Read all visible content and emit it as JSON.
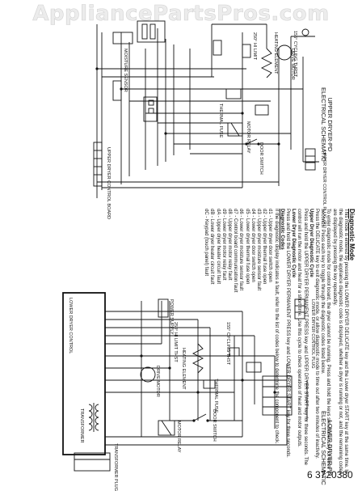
{
  "watermark": "AppliancePartsPros.com",
  "part_number": "6 3720380",
  "upper": {
    "title": "UPPER DRYER-PD\nELECTRICAL SCHEMATIC",
    "labels": {
      "upper_dryer_control_board": "UPPER DRYER CONTROL BOARD",
      "moisture_sensor": "MOISTURE SENSOR",
      "heating_element": "HEATING ELEMENT",
      "thermal_fuse": "THERMAL FUSE",
      "hi_limit": "250° HI LIMIT",
      "cycling_thermostat": "155° CYCLING THRST",
      "motor_relay": "MOTOR RELAY",
      "door_switch": "DOOR SWITCH",
      "upper_dryer_plug": "UPPER DRYER CONTROL PLUG (P1)",
      "drive_motor": "DRIVE MOTOR"
    }
  },
  "lower": {
    "title": "LOWER DRYER-PD\nELECTRICAL SCHEMATIC",
    "labels": {
      "lower_dryer_control": "LOWER DRYER CONTROL",
      "transformer": "TRANSFORMER",
      "transformer_plug": "TRANSFORMER PLUG",
      "heating_element": "HEATING ELEMENT",
      "hi_limit": "250° HI LIMIT THST",
      "cycling_thermostat": "155° CYCLING THST",
      "thermal_fuse": "THERMAL FUSE",
      "motor_relay": "MOTOR RELAY",
      "door_switch": "DOOR SWITCH",
      "drive_motor": "DRIVE MOTOR",
      "lower_dryer_plug": "LOWER DRYER CONTROL PLUG",
      "power_supply": "POWER SUPPLY"
    }
  },
  "diagnostic": {
    "mode_title": "Diagnostic Mode",
    "intro": "This mode is entered by pressing the LOWER DRYER DELICATE key and the Lower dryer START key at the same time. In the diagnostic mode, the appliance diagnostic code is displayed, whether a dryer is running or not, and the remaining codes are displayed by pressing the key repeatedly.",
    "body2": "To enter diagnostic mode for control board, the dryer cannot be running. Press and hold the keys simultaneously for three seconds. Press each key to toggle through the diagnostic codes listed below.",
    "body3": "Press the DELICATE key to exit diagnostic mode, or allow diagnostic mode to time out after two minutes of inactivity.",
    "upper_cycle_title": "Upper Dryer Diagnostic Cycle",
    "upper_cycle": "Press and hold the UPPER DRYER PERMANENT PRESS key and UPPER DRYER START key for three seconds. The control will run the motor and heat for a short time. Use this cycle to check operation of heat and motor outputs.",
    "lower_cycle_title": "Lower Dryer Diagnostic Cycle",
    "lower_cycle": "Press and hold the LOWER DRYER PERMANENT PRESS key and LOWER DRYER START key for three seconds.",
    "codes_title": "Diagnostic Codes",
    "codes_intro": "If the diagnostic display indicates a fault, refer to the list of codes below to determine the component to check.",
    "codes": [
      "d1 - Upper dryer door switch open",
      "d2 - Upper dryer thermal fuse open",
      "d3 - Upper dryer moisture sensor fault",
      "d4 - Lower dryer door switch open",
      "d5 - Lower dryer thermal fuse open",
      "d6 - Lower dryer moisture sensor fault",
      "d7 - Control board communication fault",
      "d8 - Upper dryer motor relay fault",
      "d9 - Lower dryer motor relay fault",
      "dA - Upper dryer heater circuit fault",
      "dB - Lower dryer heater circuit fault",
      "dC - Keypad (touch panel) fault"
    ]
  }
}
